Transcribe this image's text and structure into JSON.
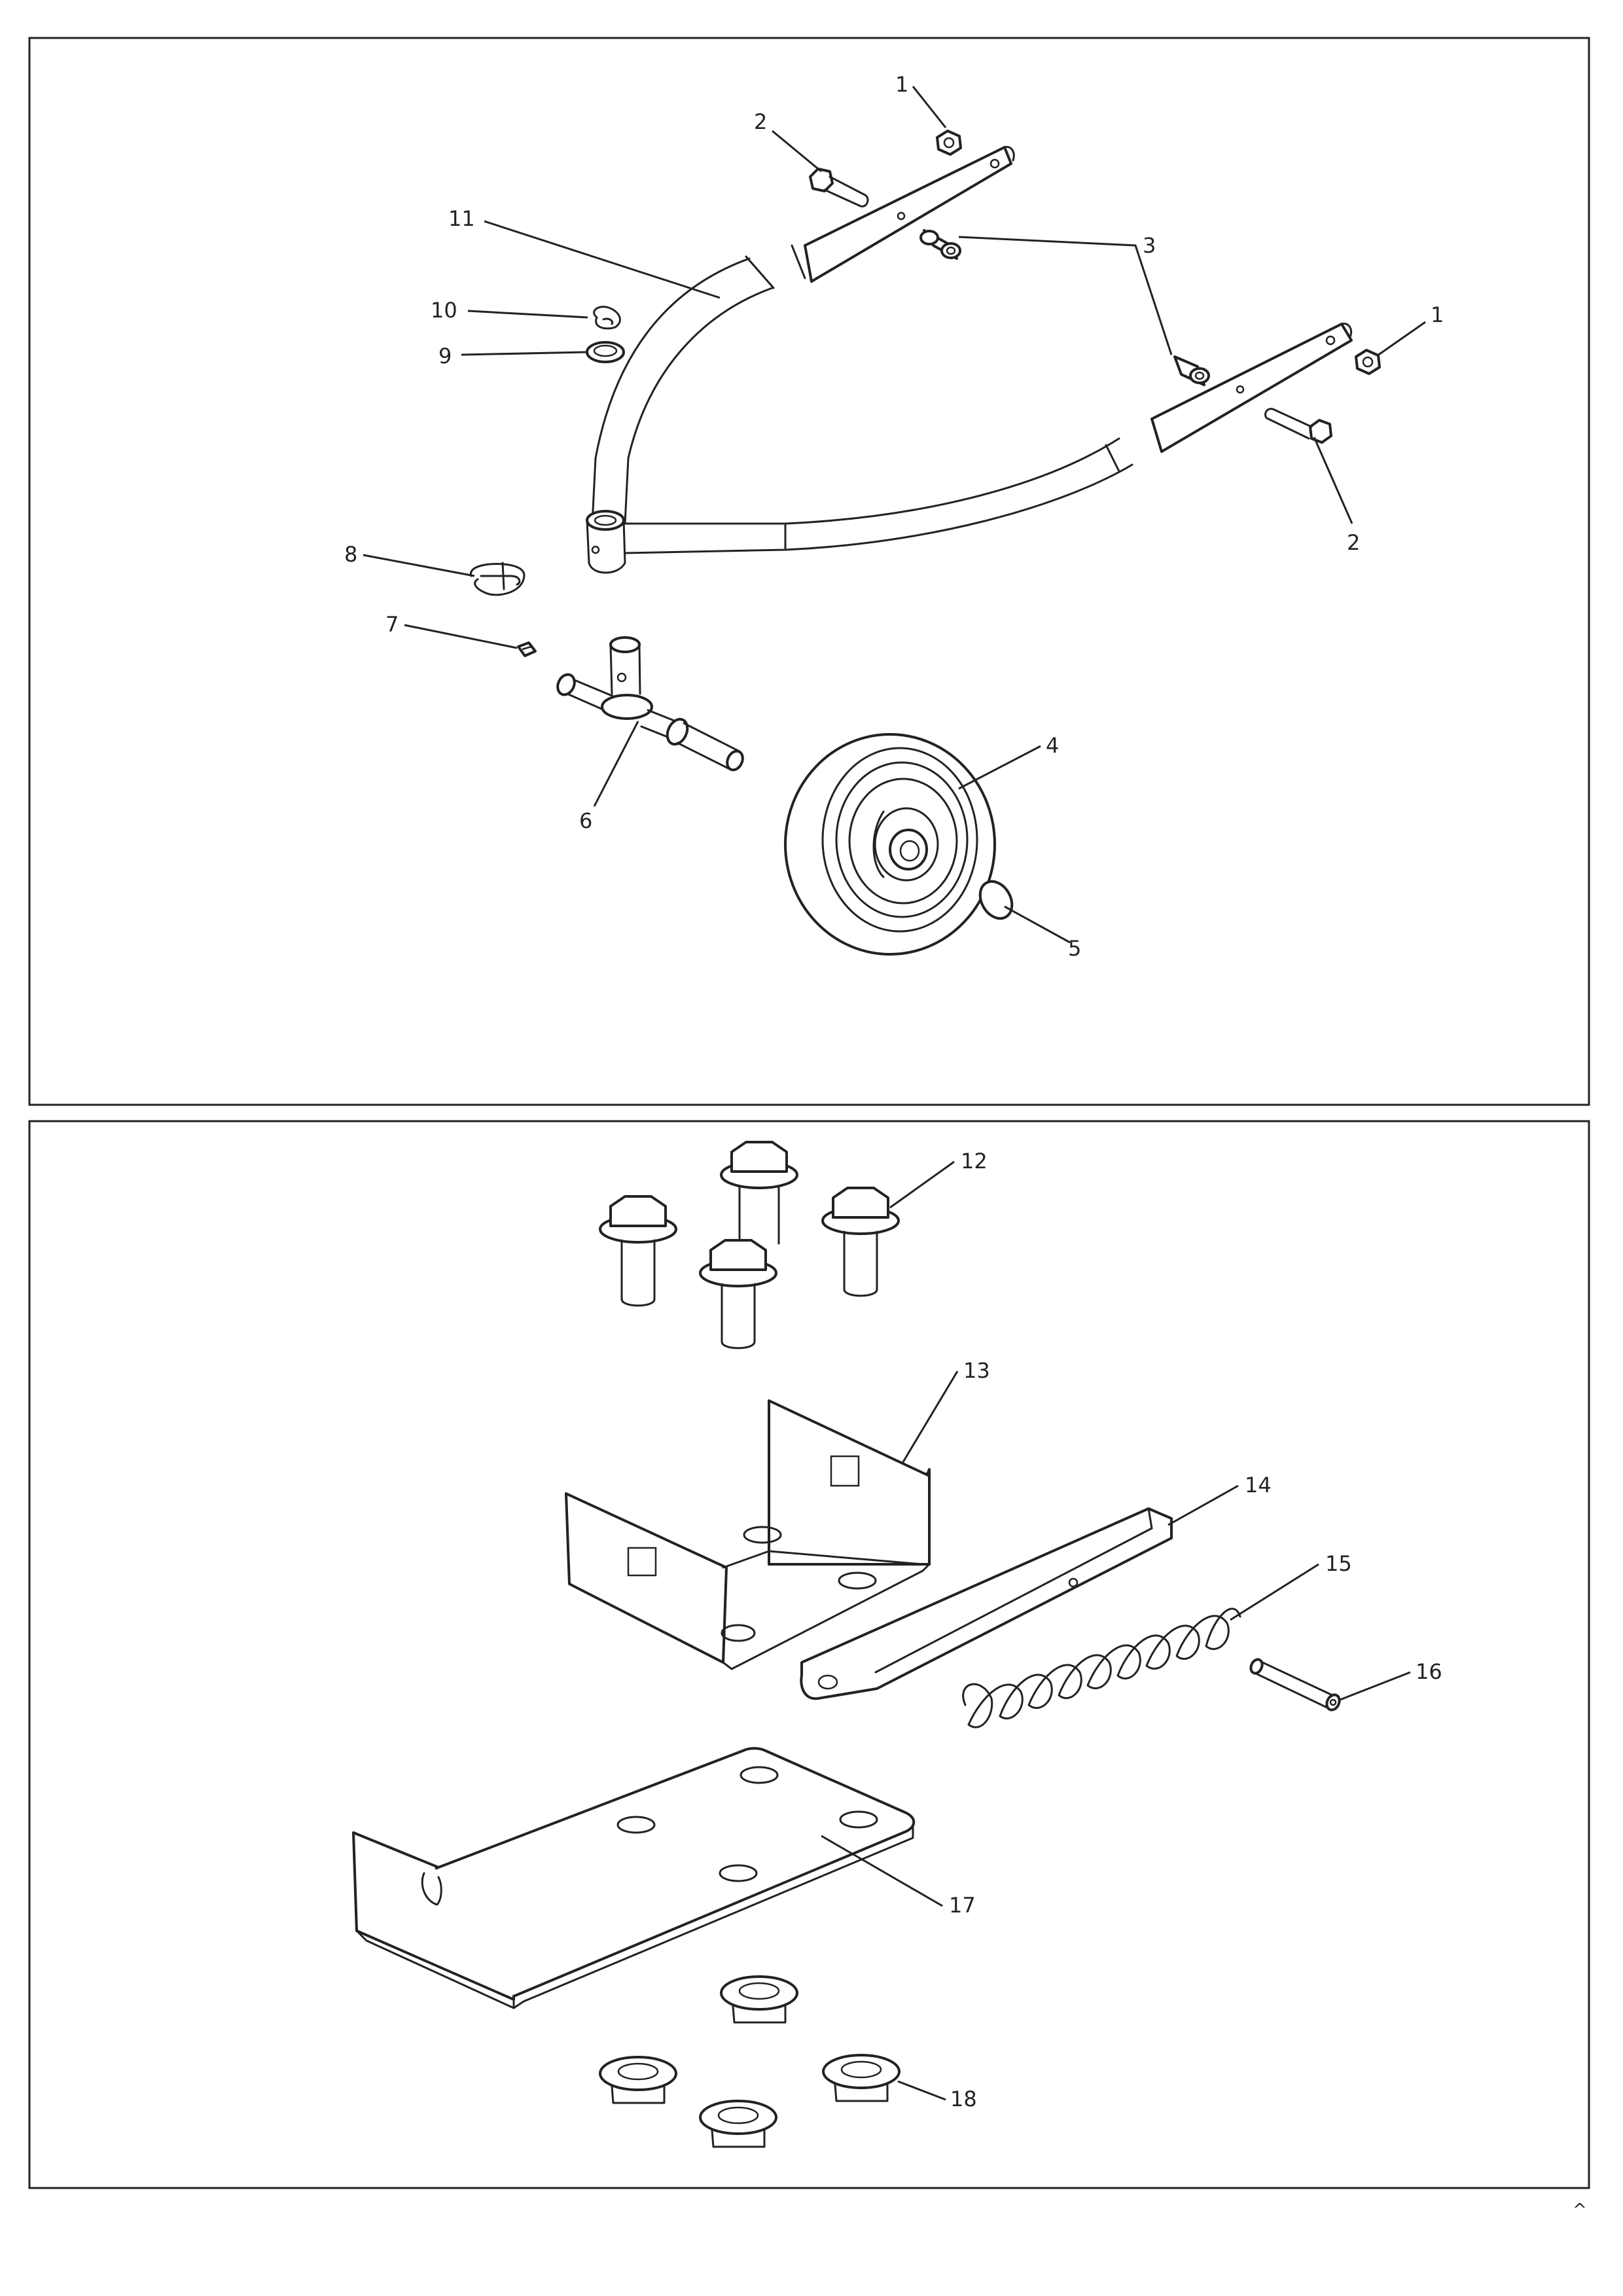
{
  "diagram": {
    "panels": [
      {
        "name": "upper-assembly"
      },
      {
        "name": "lower-assembly"
      }
    ],
    "callouts": {
      "c1a": "1",
      "c1b": "1",
      "c2a": "2",
      "c2b": "2",
      "c3": "3",
      "c4": "4",
      "c5": "5",
      "c6": "6",
      "c7": "7",
      "c8": "8",
      "c9": "9",
      "c10": "10",
      "c11": "11",
      "c12": "12",
      "c13": "13",
      "c14": "14",
      "c15": "15",
      "c16": "16",
      "c17": "17",
      "c18": "18"
    },
    "corner_mark": "^"
  }
}
